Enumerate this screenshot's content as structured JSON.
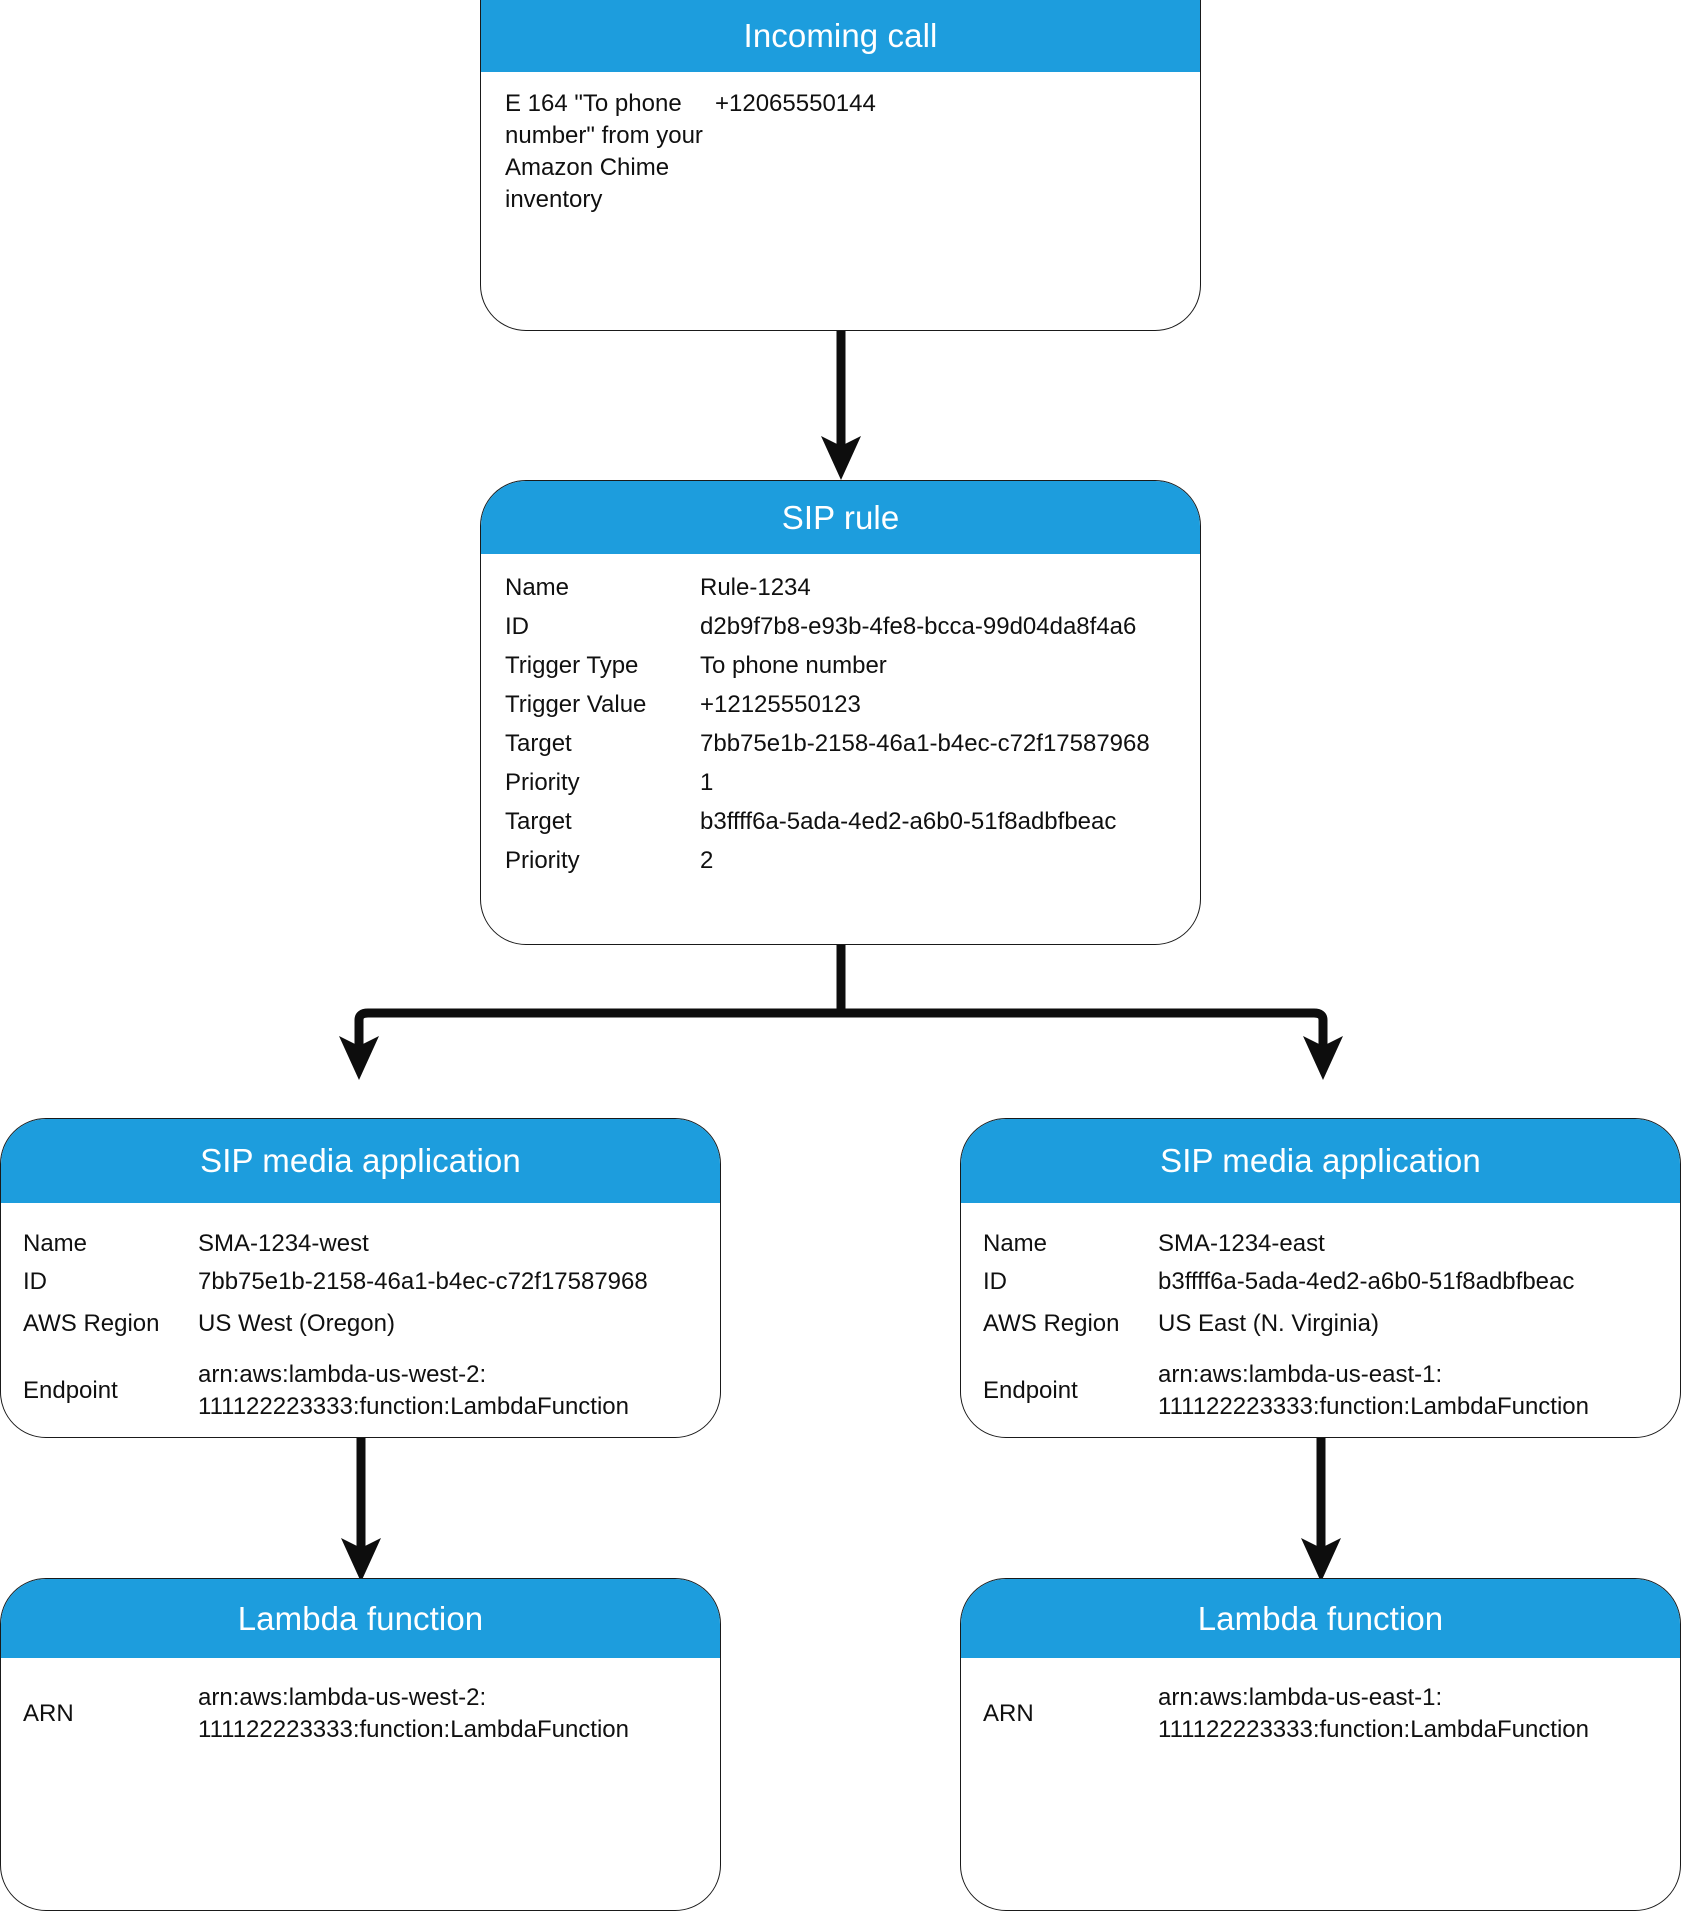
{
  "theme": {
    "header_blue": "#1d9ddd",
    "card_border": "#1a1a1a",
    "arrow_color": "#0d0d0d",
    "text_color": "#101010",
    "header_text_color": "#ffffff"
  },
  "nodes": {
    "incoming_call": {
      "title": "Incoming call",
      "rows": [
        {
          "key": "E 164 \"To phone number\" from your Amazon Chime inventory",
          "value": "+12065550144"
        }
      ]
    },
    "sip_rule": {
      "title": "SIP rule",
      "rows": [
        {
          "key": "Name",
          "value": "Rule-1234"
        },
        {
          "key": "ID",
          "value": "d2b9f7b8-e93b-4fe8-bcca-99d04da8f4a6"
        },
        {
          "key": "Trigger Type",
          "value": "To phone number"
        },
        {
          "key": "Trigger Value",
          "value": "+12125550123"
        },
        {
          "key": "Target",
          "value": "7bb75e1b-2158-46a1-b4ec-c72f17587968"
        },
        {
          "key": "Priority",
          "value": "1"
        },
        {
          "key": "Target",
          "value": "b3ffff6a-5ada-4ed2-a6b0-51f8adbfbeac"
        },
        {
          "key": "Priority",
          "value": "2"
        }
      ]
    },
    "sma_west": {
      "title": "SIP media application",
      "rows": [
        {
          "key": "Name",
          "value": "SMA-1234-west"
        },
        {
          "key": "ID",
          "value": "7bb75e1b-2158-46a1-b4ec-c72f17587968"
        },
        {
          "key": "AWS Region",
          "value": "US West (Oregon)"
        },
        {
          "key": "Endpoint",
          "value": "arn:aws:lambda-us-west-2:\n111122223333:function:LambdaFunction"
        }
      ]
    },
    "sma_east": {
      "title": "SIP media application",
      "rows": [
        {
          "key": "Name",
          "value": "SMA-1234-east"
        },
        {
          "key": "ID",
          "value": "b3ffff6a-5ada-4ed2-a6b0-51f8adbfbeac"
        },
        {
          "key": "AWS Region",
          "value": "US East (N. Virginia)"
        },
        {
          "key": "Endpoint",
          "value": "arn:aws:lambda-us-east-1:\n111122223333:function:LambdaFunction"
        }
      ]
    },
    "lambda_west": {
      "title": "Lambda function",
      "rows": [
        {
          "key": "ARN",
          "value": "arn:aws:lambda-us-west-2:\n111122223333:function:LambdaFunction"
        }
      ]
    },
    "lambda_east": {
      "title": "Lambda function",
      "rows": [
        {
          "key": "ARN",
          "value": "arn:aws:lambda-us-east-1:\n111122223333:function:LambdaFunction"
        }
      ]
    }
  },
  "connectors": [
    {
      "name": "incoming-call-to-sip-rule",
      "from": "incoming_call",
      "to": "sip_rule",
      "kind": "straight-down"
    },
    {
      "name": "sip-rule-to-sma-west",
      "from": "sip_rule",
      "to": "sma_west",
      "kind": "elbow-left"
    },
    {
      "name": "sip-rule-to-sma-east",
      "from": "sip_rule",
      "to": "sma_east",
      "kind": "elbow-right"
    },
    {
      "name": "sma-west-to-lambda-west",
      "from": "sma_west",
      "to": "lambda_west",
      "kind": "straight-down"
    },
    {
      "name": "sma-east-to-lambda-east",
      "from": "sma_east",
      "to": "lambda_east",
      "kind": "straight-down"
    }
  ]
}
